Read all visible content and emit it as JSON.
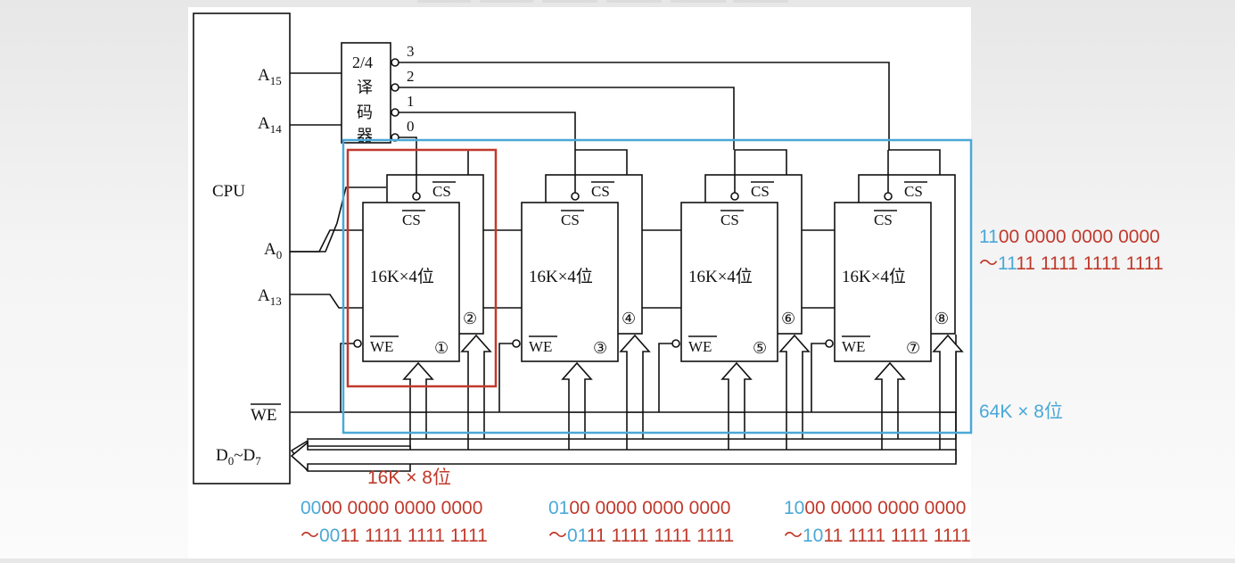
{
  "colors": {
    "red": "#c0392b",
    "blue": "#4aa8d8",
    "line": "#111111"
  },
  "cpu": {
    "label": "CPU",
    "pins": {
      "a15": "A",
      "a15_sub": "15",
      "a14": "A",
      "a14_sub": "14",
      "a0": "A",
      "a0_sub": "0",
      "a13": "A",
      "a13_sub": "13",
      "we": "WE",
      "d_a": "D",
      "d_a_sub": "0",
      "d_tilde": "~D",
      "d_b_sub": "7"
    }
  },
  "decoder": {
    "title": "2/4",
    "chars": [
      "译",
      "码",
      "器"
    ],
    "outputs": [
      "3",
      "2",
      "1",
      "0"
    ]
  },
  "chips": [
    {
      "cs_outer": "CS",
      "cs_inner": "CS",
      "capacity": "16K×4位",
      "front": "①",
      "back": "②",
      "we": "WE"
    },
    {
      "cs_outer": "CS",
      "cs_inner": "CS",
      "capacity": "16K×4位",
      "front": "③",
      "back": "④",
      "we": "WE"
    },
    {
      "cs_outer": "CS",
      "cs_inner": "CS",
      "capacity": "16K×4位",
      "front": "⑤",
      "back": "⑥",
      "we": "WE"
    },
    {
      "cs_outer": "CS",
      "cs_inner": "CS",
      "capacity": "16K×4位",
      "front": "⑦",
      "back": "⑧",
      "we": "WE"
    }
  ],
  "labels": {
    "group_16k": "16K × 8位",
    "group_64k": "64K × 8位"
  },
  "ranges": {
    "chip_range_1_start_hi": "11",
    "chip_range_1_start_rest": "00 0000 0000 0000",
    "chip_range_1_end_pre": "～",
    "chip_range_1_end_hi": "11",
    "chip_range_1_end_rest": "11 1111 1111 1111",
    "r0_start_hi": "00",
    "r0_start_rest": "00 0000 0000 0000",
    "r0_end_pre": "～",
    "r0_end_hi": "00",
    "r0_end_rest": "11 1111 1111 1111",
    "r1_start_hi": "01",
    "r1_start_rest": "00 0000 0000 0000",
    "r1_end_pre": "～",
    "r1_end_hi": "01",
    "r1_end_rest": "11 1111 1111 1111",
    "r2_start_hi": "10",
    "r2_start_rest": "00 0000 0000 0000",
    "r2_end_pre": "～",
    "r2_end_hi": "10",
    "r2_end_rest": "11 1111 1111 1111"
  }
}
